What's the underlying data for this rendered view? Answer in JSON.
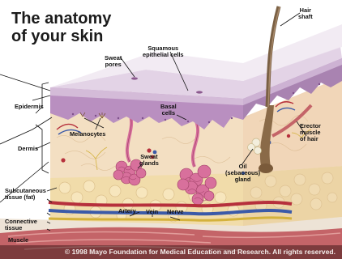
{
  "title": {
    "line1": "The anatomy",
    "line2": "of your skin"
  },
  "labels": {
    "hair_shaft": "Hair\nshaft",
    "squamous_cells": "Squamous\nepithelial cells",
    "sweat_pores": "Sweat\npores",
    "basal_cells": "Basal\ncells",
    "epidermis": "Epidermis",
    "erector_muscle": "Erector\nmuscle\nof hair",
    "melanocytes": "Melanocytes",
    "dermis": "Dermis",
    "sweat_glands": "Sweat\nglands",
    "oil_gland": "Oil\n(sebaceous)\ngland",
    "subcutaneous": "Subcutaneous\ntissue (fat)",
    "artery": "Artery",
    "vein": "Vein",
    "nerve": "Nerve",
    "connective_tissue": "Connective\ntissue",
    "muscle": "Muscle"
  },
  "copyright": "© 1998 Mayo Foundation for Medical Education and Research. All rights reserved.",
  "colors": {
    "epidermis_top": "#c7a3cb",
    "dermis": "#f2dfc0",
    "fat": "#f2deaf",
    "muscle": "#c9686b",
    "gland": "#d86d9c",
    "hair": "#7a6044"
  }
}
